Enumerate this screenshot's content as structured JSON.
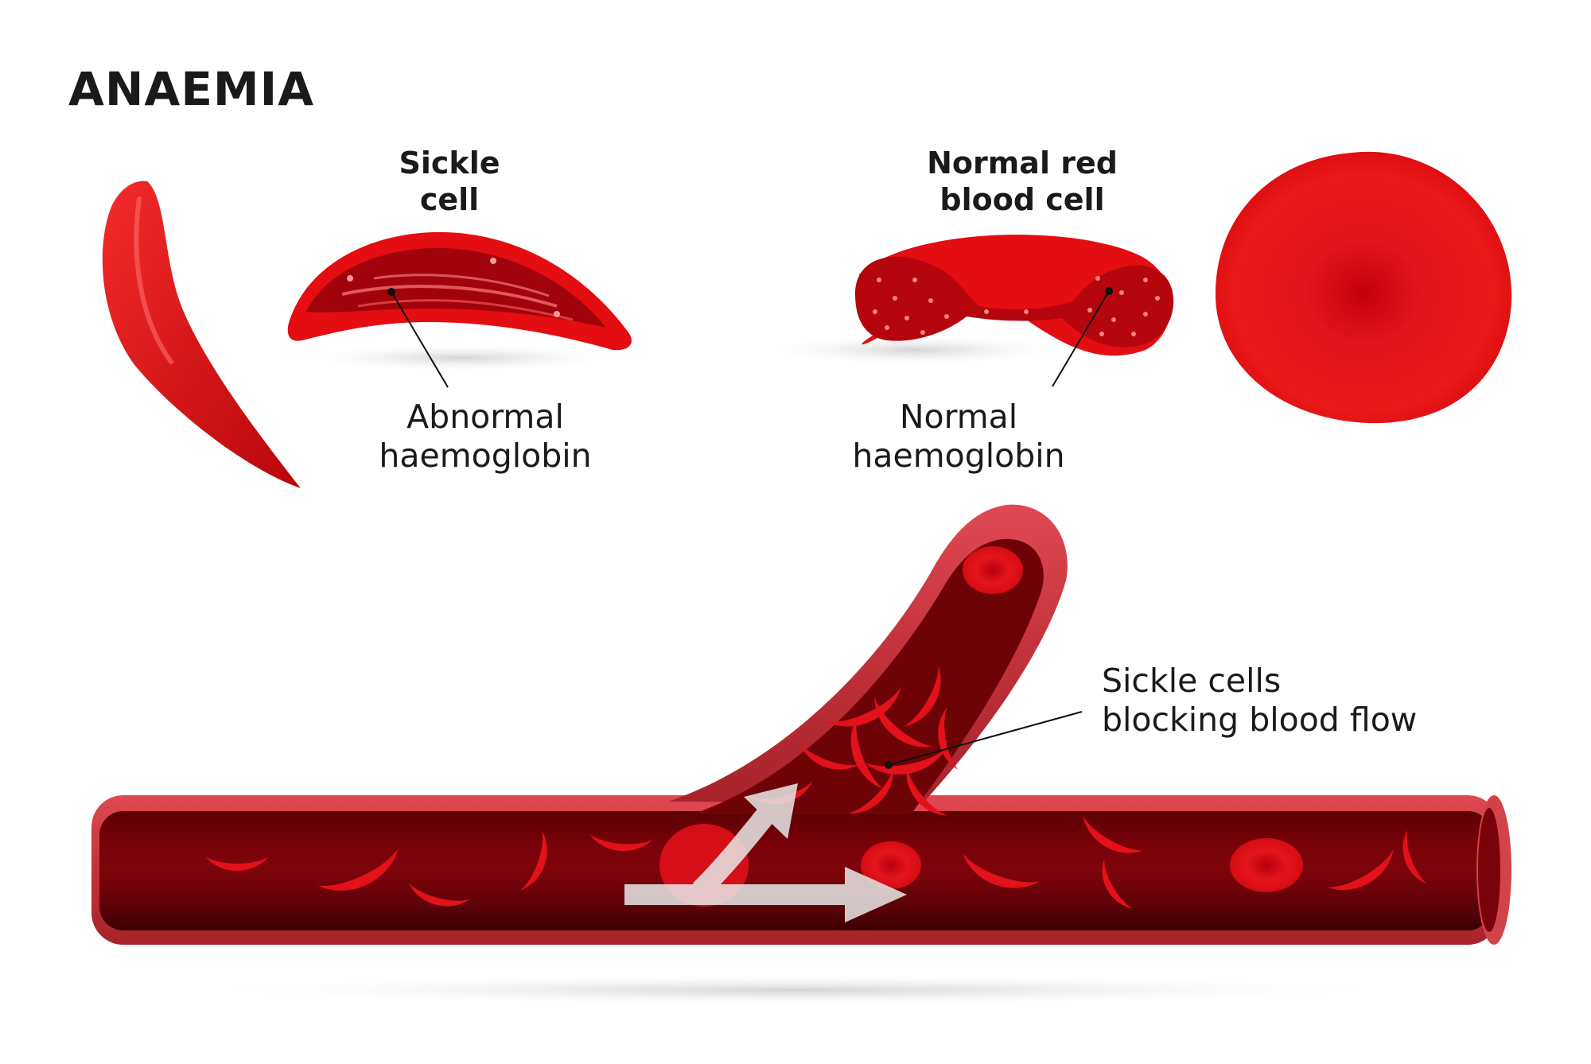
{
  "title": "ANAEMIA",
  "sickle_cell": {
    "heading_line1": "Sickle",
    "heading_line2": "cell",
    "callout_line1": "Abnormal",
    "callout_line2": "haemoglobin"
  },
  "normal_cell": {
    "heading_line1": "Normal red",
    "heading_line2": "blood cell",
    "callout_line1": "Normal",
    "callout_line2": "haemoglobin"
  },
  "vessel": {
    "callout_line1": "Sickle cells",
    "callout_line2": "blocking blood flow"
  },
  "colors": {
    "cell_red": "#e00f0f",
    "vessel_dark": "#6e0206",
    "vessel_wall": "#c8323a",
    "arrow": "#e8e8e8"
  }
}
